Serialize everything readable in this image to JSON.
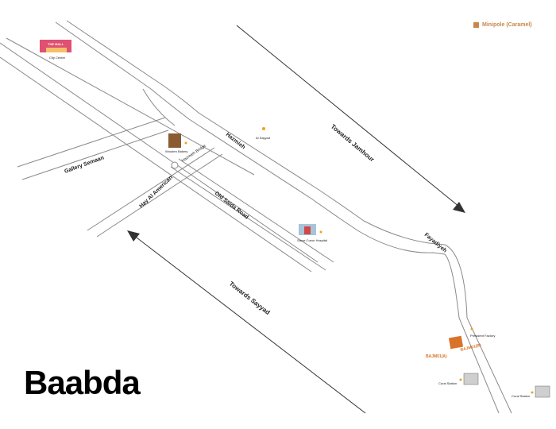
{
  "title": "Baabda",
  "legend": {
    "label": "Minipole (Caramel)",
    "color": "#c8874a"
  },
  "road_labels": {
    "hazmieh": "Hazmieh",
    "gallery_semaan": "Gallery Semaan",
    "hazmieh_bridge": "Hazmieh Bridge",
    "hay_al_american": "Hay Al American",
    "old_saida_road": "Old Saida Road",
    "towards_jamhour": "Towards Jamhour",
    "towards_sayyad": "Towards Sayyad",
    "fayadiyeh": "Fayadiyeh"
  },
  "landmarks": {
    "city_centre": "City Centre",
    "wooden_bakery": "Wooden Bakery",
    "al_sayyad": "Al Sayyad",
    "sacre_coeur_hospital": "Sacre Coeur Hospital",
    "president_factory": "President Factory",
    "coral_station_1": "Coral Station",
    "coral_station_2": "Coral Station",
    "city_mall_sign": "THE MALL"
  },
  "sites": {
    "a": "BAJM01(A)",
    "b": "BAJM01(B)"
  },
  "colors": {
    "road_stroke": "#8a8a8a",
    "marker": "#f0a020",
    "site_label": "#d9732a",
    "text": "#222222"
  }
}
